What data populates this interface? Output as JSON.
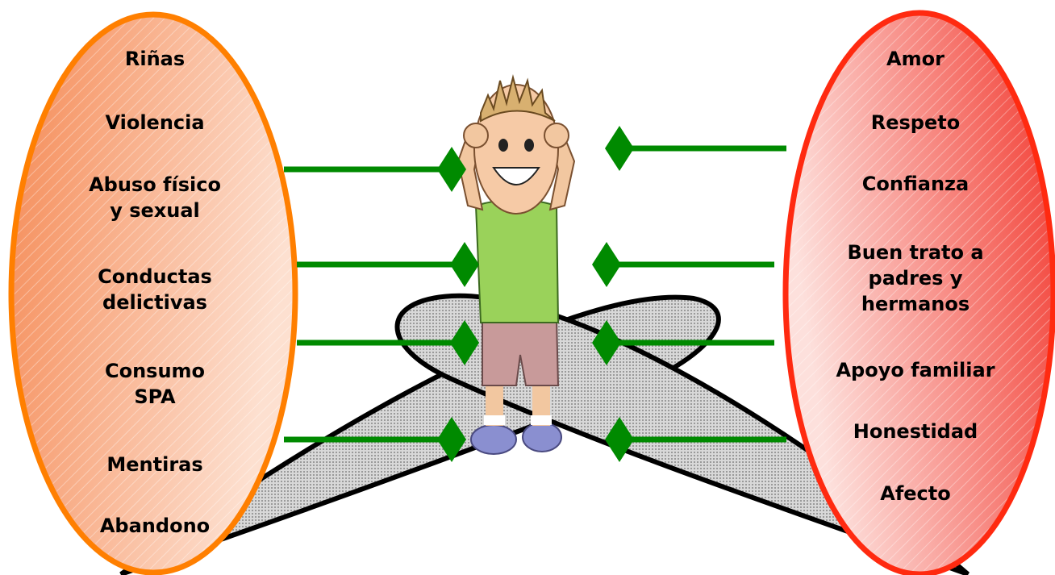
{
  "left_oval": {
    "items": [
      "Riñas",
      "Violencia",
      "Abuso físico\ny sexual",
      "Conductas\ndelictivas",
      "Consumo\nSPA",
      "Mentiras",
      "Abandono"
    ],
    "border_color": "#ff7f00",
    "fill_colors": [
      "#f58a55",
      "#fde0d0"
    ]
  },
  "right_oval": {
    "items": [
      "Amor",
      "Respeto",
      "Confianza",
      "Buen trato a\npadres y\nhermanos",
      "Apoyo familiar",
      "Honestidad",
      "Afecto"
    ],
    "border_color": "#ff2a10",
    "fill_colors": [
      "#f23a30",
      "#fde0dc"
    ]
  },
  "arrow_color": "#008a00",
  "figure_icon": "child-figure-icon",
  "lens_color": "#c8c8c8"
}
